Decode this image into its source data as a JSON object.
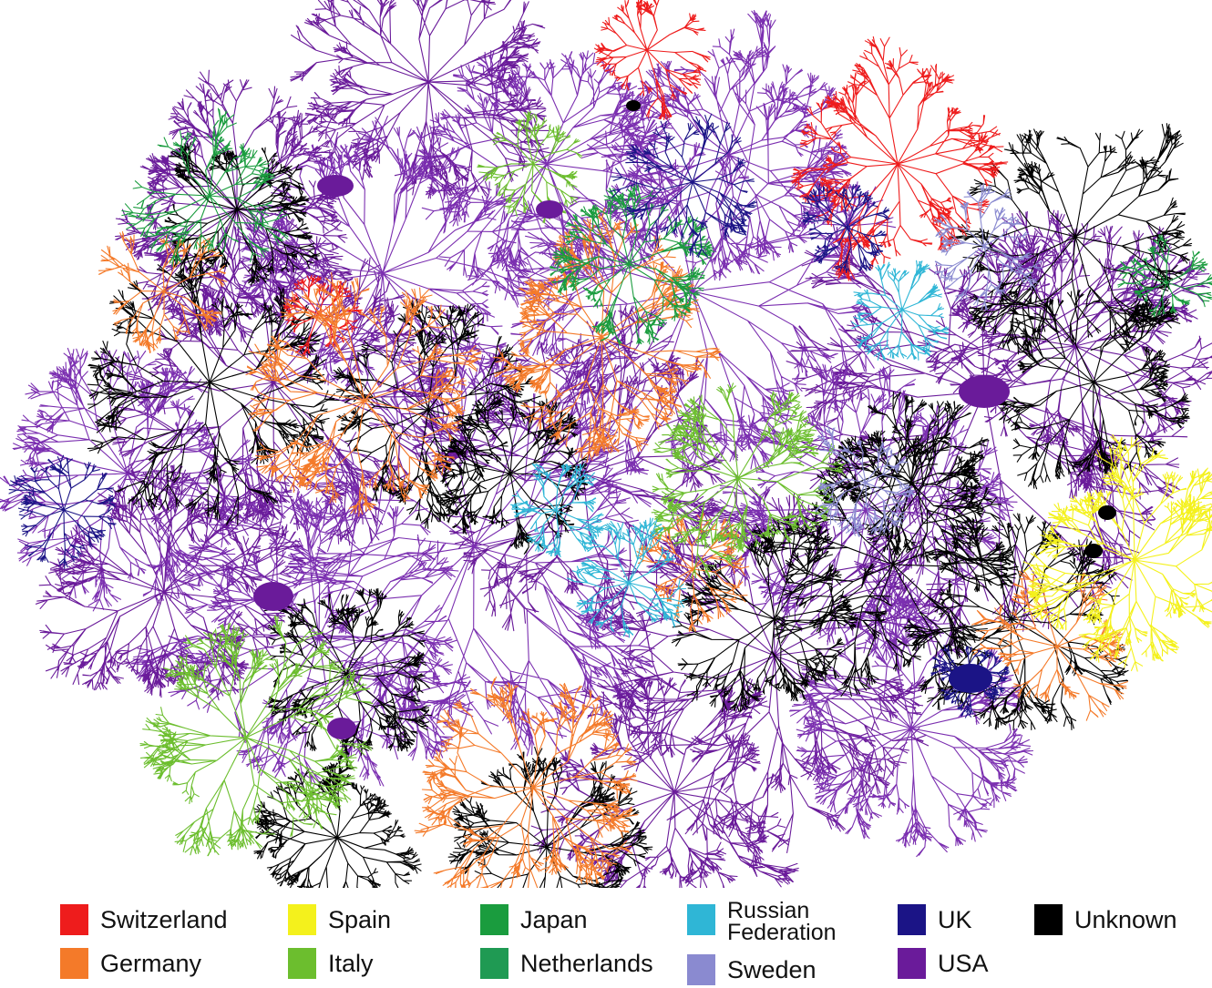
{
  "legend": {
    "items": [
      {
        "key": "switzerland",
        "label": "Switzerland",
        "color": "#ee1c1c"
      },
      {
        "key": "germany",
        "label": "Germany",
        "color": "#f47a29"
      },
      {
        "key": "spain",
        "label": "Spain",
        "color": "#f4f11c"
      },
      {
        "key": "italy",
        "label": "Italy",
        "color": "#6cbe2e"
      },
      {
        "key": "japan",
        "label": "Japan",
        "color": "#1a9c3e"
      },
      {
        "key": "netherlands",
        "label": "Netherlands",
        "color": "#1f9a53"
      },
      {
        "key": "russian_federation",
        "label": "Russian\nFederation",
        "color": "#2fb6d6"
      },
      {
        "key": "sweden",
        "label": "Sweden",
        "color": "#8a8ad0"
      },
      {
        "key": "uk",
        "label": "UK",
        "color": "#1b1486"
      },
      {
        "key": "usa",
        "label": "USA",
        "color": "#6a1b9a"
      },
      {
        "key": "unknown",
        "label": "Unknown",
        "color": "#000000"
      }
    ]
  }
}
